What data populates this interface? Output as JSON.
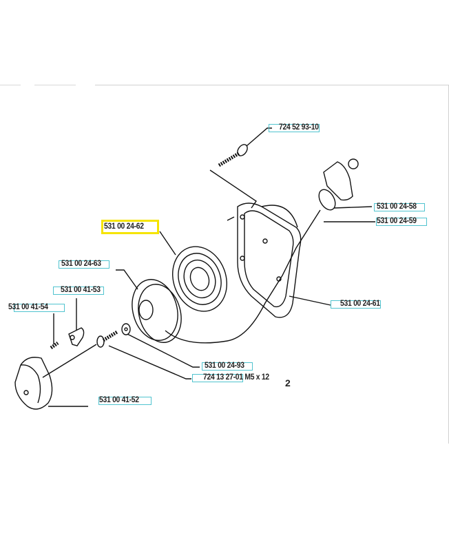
{
  "diagram": {
    "figure_number": "2",
    "highlight_color": "#f5e400",
    "label_border_color": "#4fc3cf",
    "parts": [
      {
        "id": "p1",
        "label": "724 52 93-10"
      },
      {
        "id": "p2",
        "label": "531 00 24-58"
      },
      {
        "id": "p3",
        "label": "531 00 24-59"
      },
      {
        "id": "p4",
        "label": "531 00 24-62",
        "highlighted": true
      },
      {
        "id": "p5",
        "label": "531 00 24-63"
      },
      {
        "id": "p6",
        "label": "531 00 41-53"
      },
      {
        "id": "p7",
        "label": "531 00 41-54"
      },
      {
        "id": "p8",
        "label": "531 00 24-61"
      },
      {
        "id": "p9",
        "label": "531 00 24-93"
      },
      {
        "id": "p10",
        "label": "724 13 27-01 M5 x 12"
      },
      {
        "id": "p11",
        "label": "531 00 41-52"
      }
    ]
  }
}
